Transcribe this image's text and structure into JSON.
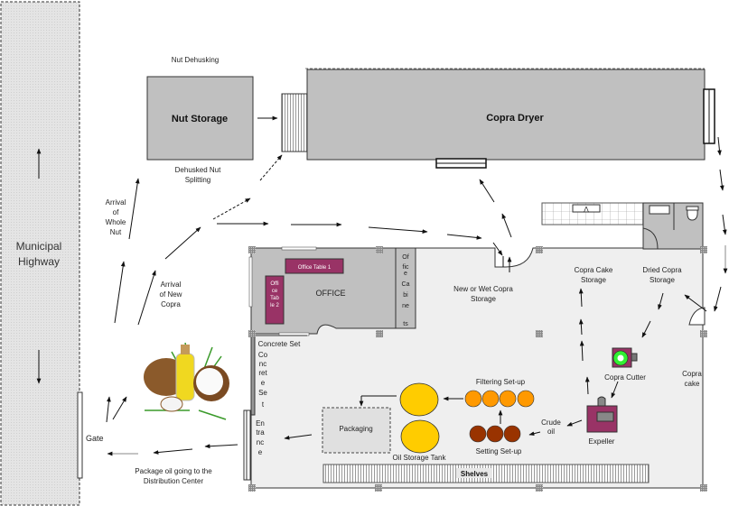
{
  "diagram": {
    "title": "Coconut Oil Processing Plant Layout",
    "highway": {
      "label_line1": "Municipal",
      "label_line2": "Highway"
    },
    "gate": {
      "label": "Gate"
    },
    "areas": {
      "nut_storage": {
        "label": "Nut Storage",
        "above": "Nut Dehusking",
        "below_line1": "Dehusked Nut",
        "below_line2": "Splitting"
      },
      "copra_dryer": {
        "label": "Copra Dryer"
      },
      "office": {
        "label": "OFFICE",
        "table1": "Office Table 1",
        "table2_lines": [
          "Offi",
          "ce",
          "Tab",
          "le 2"
        ],
        "cabinets_lines": [
          "Of",
          "fic",
          "e",
          "Ca",
          "bi",
          "ne",
          "ts"
        ]
      },
      "concrete_set_h": "Concrete Set",
      "concrete_set_v_lines": [
        "Co",
        "nc",
        "ret",
        "e",
        "Se",
        "t"
      ],
      "entrance_lines": [
        "En",
        "tra",
        "nc",
        "e"
      ],
      "wet_copra": {
        "line1": "New or Wet Copra",
        "line2": "Storage"
      },
      "copra_cake_storage": {
        "line1": "Copra Cake",
        "line2": "Storage"
      },
      "dried_copra_storage": {
        "line1": "Dried Copra",
        "line2": "Storage"
      },
      "copra_cutter": "Copra Cutter",
      "copra_cake": {
        "line1": "Copra",
        "line2": "cake"
      },
      "expeller": "Expeller",
      "crude_oil": {
        "line1": "Crude",
        "line2": "oil"
      },
      "filtering": "Filtering Set-up",
      "setting": "Setting Set-up",
      "oil_storage": "Oil Storage Tank",
      "packaging": "Packaging",
      "shelves": "Shelves"
    },
    "flow_labels": {
      "whole_nut": [
        "Arrival",
        "of",
        "Whole",
        "Nut"
      ],
      "new_copra": [
        "Arrival",
        "of New",
        "Copra"
      ],
      "package_oil": [
        "Package oil going to the",
        "Distribution Center"
      ]
    },
    "colors": {
      "building_fill": "#c0c0c0",
      "floor_fill": "#efefef",
      "furniture": "#993366",
      "filter_tank": "#ff9900",
      "setting_tank": "#993300",
      "oil_tank": "#ffcc00",
      "cutter_ring": "#33ee33"
    }
  }
}
